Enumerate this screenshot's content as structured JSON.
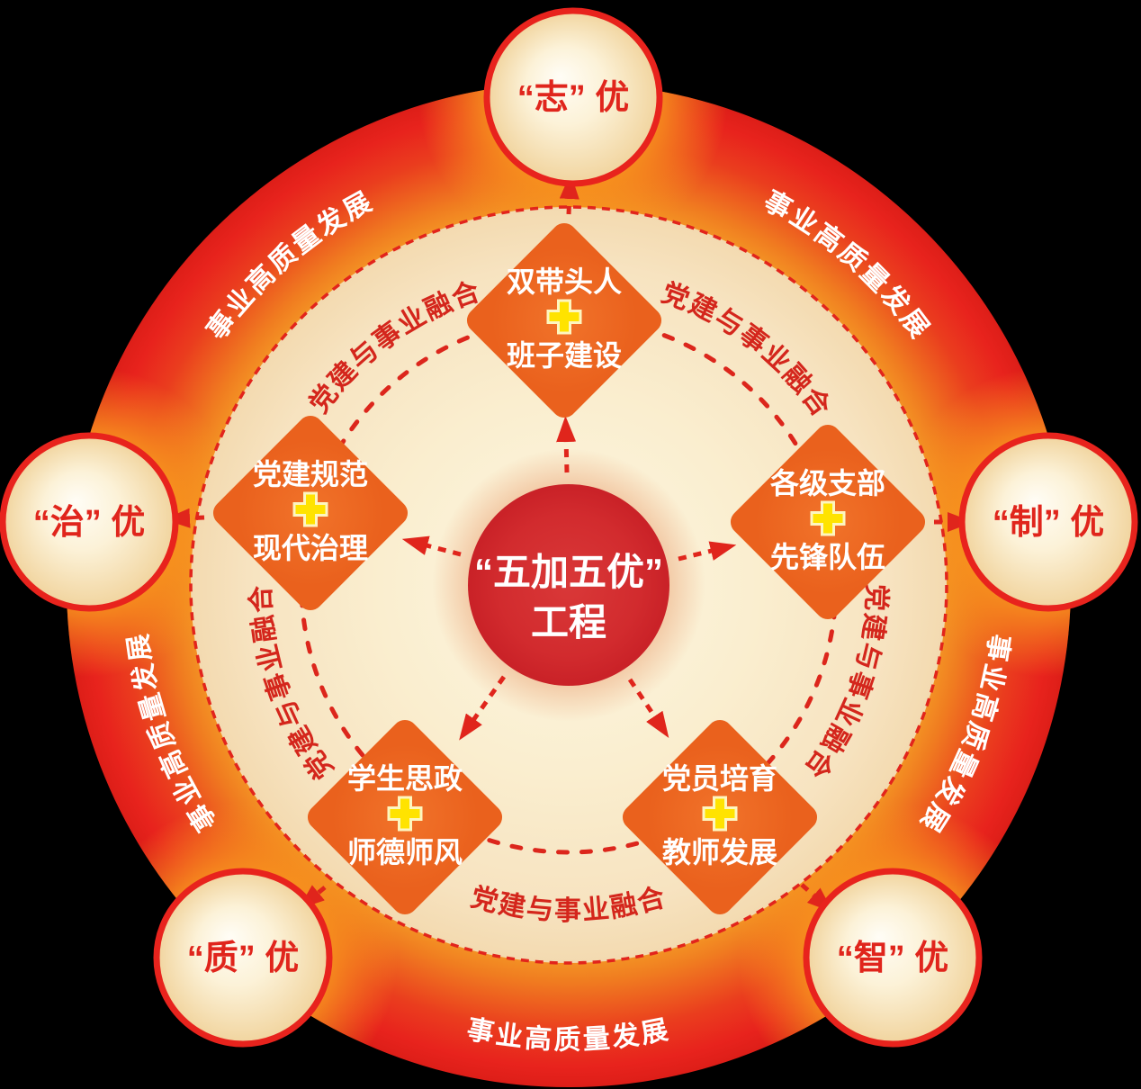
{
  "center": {
    "line1": "“五加五优”",
    "line2": "工程"
  },
  "diamonds": [
    {
      "id": "top",
      "line1": "双带头人",
      "line2": "班子建设"
    },
    {
      "id": "right",
      "line1": "各级支部",
      "line2": "先锋队伍"
    },
    {
      "id": "left",
      "line1": "党建规范",
      "line2": "现代治理"
    },
    {
      "id": "bottom-left",
      "line1": "学生思政",
      "line2": "师德师风"
    },
    {
      "id": "bottom-right",
      "line1": "党员培育",
      "line2": "教师发展"
    }
  ],
  "satellites": [
    {
      "id": "top",
      "label": "“志” 优"
    },
    {
      "id": "left",
      "label": "“治” 优"
    },
    {
      "id": "right",
      "label": "“制” 优"
    },
    {
      "id": "bottom-left",
      "label": "“质” 优"
    },
    {
      "id": "bottom-right",
      "label": "“智” 优"
    }
  ],
  "ring_text": {
    "outer": "事业高质量发展",
    "inner": "党建与事业融合"
  },
  "colors": {
    "ring_red": "#e8231d",
    "ring_orange_glow": "#f7941e",
    "cream": "#f7e3c0",
    "diamond_orange": "#ee6a21",
    "plus_yellow": "#ffe300",
    "center_red": "#d0282b",
    "accent_red": "#e0251c",
    "halo_pink": "#f2c7a2",
    "text_white": "#ffffff",
    "background": "#000000"
  }
}
